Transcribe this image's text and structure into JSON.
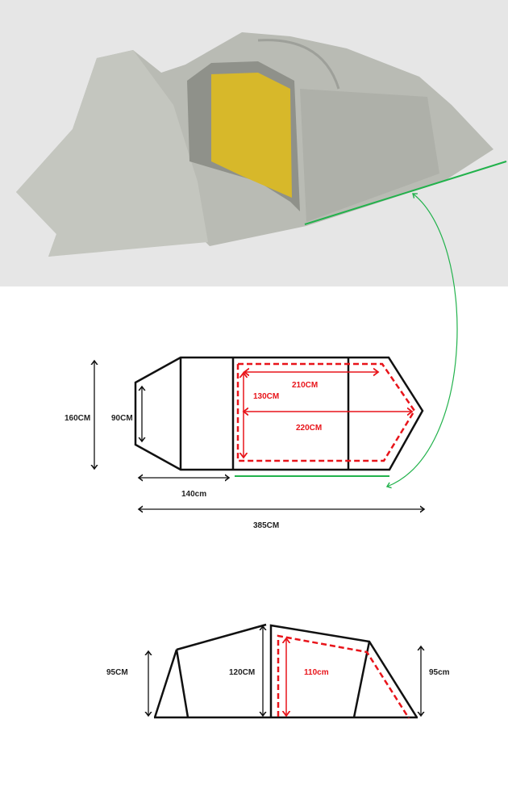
{
  "colors": {
    "photo_background": "#e6e6e6",
    "tent_fabric": "#b9bbb4",
    "tent_inner": "#d7b82a",
    "outline": "#111111",
    "inner_tent": "#e8141a",
    "highlight": "#22b24c"
  },
  "floor_plan": {
    "width_label": "160CM",
    "end_width_label": "90CM",
    "vestibule_length_label": "140cm",
    "total_length_label": "385CM",
    "inner_length_label": "210CM",
    "inner_width_label": "130CM",
    "inner_full_length_label": "220CM"
  },
  "side_view": {
    "front_height_label": "95CM",
    "peak_height_label": "120CM",
    "inner_height_label": "110cm",
    "rear_height_label": "95cm"
  }
}
